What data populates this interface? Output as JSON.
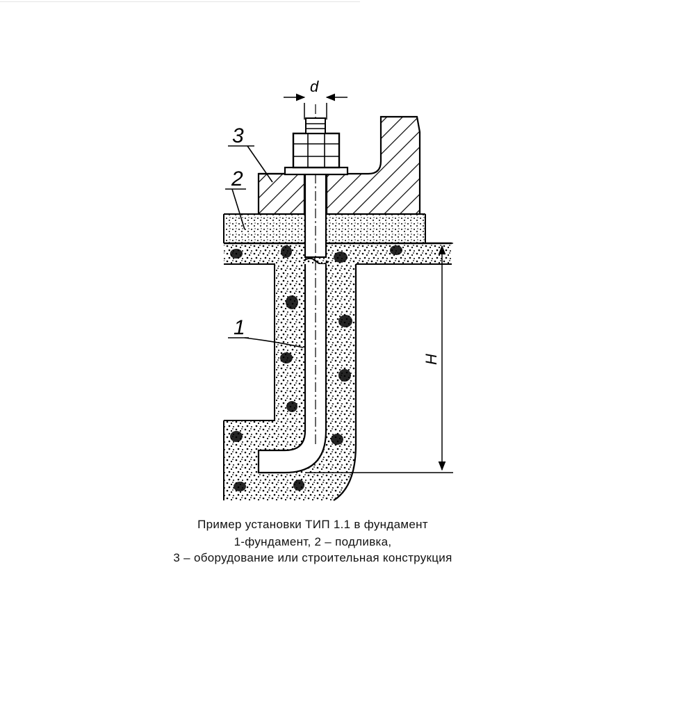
{
  "drawing": {
    "dimension_d": "d",
    "dimension_h": "H",
    "labels": {
      "foundation": "1",
      "grout": "2",
      "equipment": "3"
    }
  },
  "caption": {
    "line1": "Пример установки ТИП 1.1 в фундамент",
    "line2": "1-фундамент, 2 – подливка,",
    "line3": "3 – оборудование или строительная конструкция"
  }
}
